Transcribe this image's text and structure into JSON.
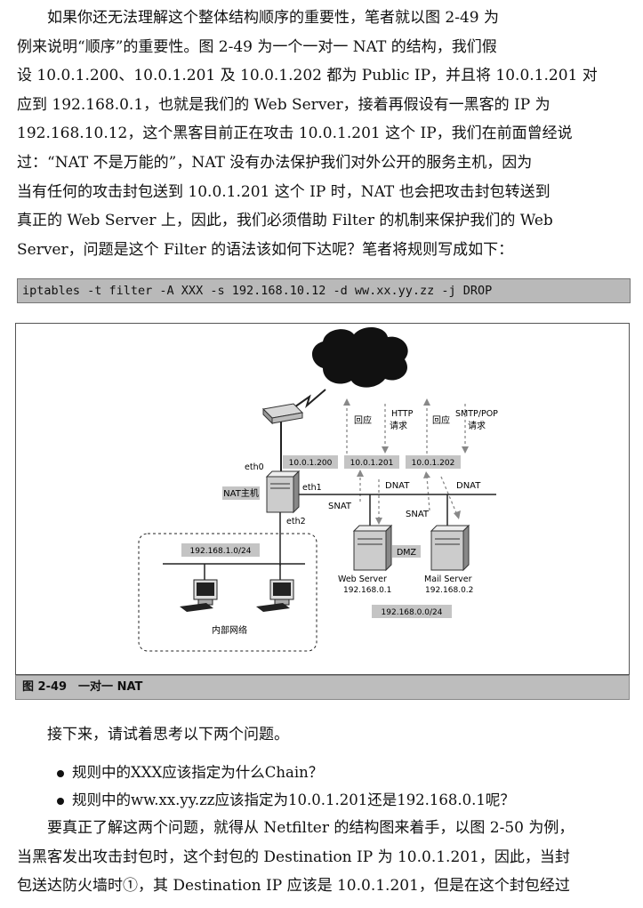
{
  "intro_lines": [
    "　　如果你还无法理解这个整体结构顺序的重要性，笔者就以图 2-49 为",
    "例来说明“顺序”的重要性。图 2-49 为一个一对一 NAT 的结构，我们假",
    "设 10.0.1.200、10.0.1.201 及 10.0.1.202 都为 Public IP，并且将 10.0.1.201 对",
    "应到 192.168.0.1，也就是我们的 Web Server，接着再假设有一黑客的 IP 为",
    "192.168.10.12，这个黑客目前正在攻击 10.0.1.201 这个 IP，我们在前面曾经说",
    "过：“NAT 不是万能的”，NAT 没有办法保护我们对外公开的服务主机，因为",
    "当有任何的攻击封包送到 10.0.1.201 这个 IP 时，NAT 也会把攻击封包转送到",
    "真正的 Web Server 上，因此，我们必须借助 Filter 的机制来保护我们的 Web",
    "Server，问题是这个 Filter 的语法该如何下达呢？笔者将规则写成如下："
  ],
  "command": "iptables -t filter -A XXX -s 192.168.10.12 -d ww.xx.yy.zz -j DROP",
  "figure": {
    "eth0": "eth0",
    "eth1": "eth1",
    "eth2": "eth2",
    "nat_host": "NAT主机",
    "ip1": "10.0.1.200",
    "ip2": "10.0.1.201",
    "ip3": "10.0.1.202",
    "reply1": "回应",
    "http1": "HTTP",
    "http2": "请求",
    "reply2": "回应",
    "smtp1": "SMTP/POP",
    "smtp2": "请求",
    "dnat1": "DNAT",
    "dnat2": "DNAT",
    "snat1": "SNAT",
    "snat2": "SNAT",
    "lan_net": "192.168.1.0/24",
    "dmz": "DMZ",
    "web_name": "Web Server",
    "web_ip": "192.168.0.1",
    "mail_name": "Mail Server",
    "mail_ip": "192.168.0.2",
    "dmz_net": "192.168.0.0/24",
    "lan_label": "内部网络"
  },
  "caption": "图 2-49　一对一 NAT",
  "after_text": "　　接下来，请试着思考以下两个问题。",
  "bullets": [
    "规则中的XXX应该指定为什么Chain？",
    "规则中的ww.xx.yy.zz应该指定为10.0.1.201还是192.168.0.1呢？"
  ],
  "closing_lines": [
    "　　要真正了解这两个问题，就得从 Netfilter 的结构图来着手，以图 2-50 为例，",
    "当黑客发出攻击封包时，这个封包的 Destination IP 为 10.0.1.201，因此，当封",
    "包送达防火墙时①，其 Destination IP 应该是 10.0.1.201，但是在这个封包经过"
  ]
}
